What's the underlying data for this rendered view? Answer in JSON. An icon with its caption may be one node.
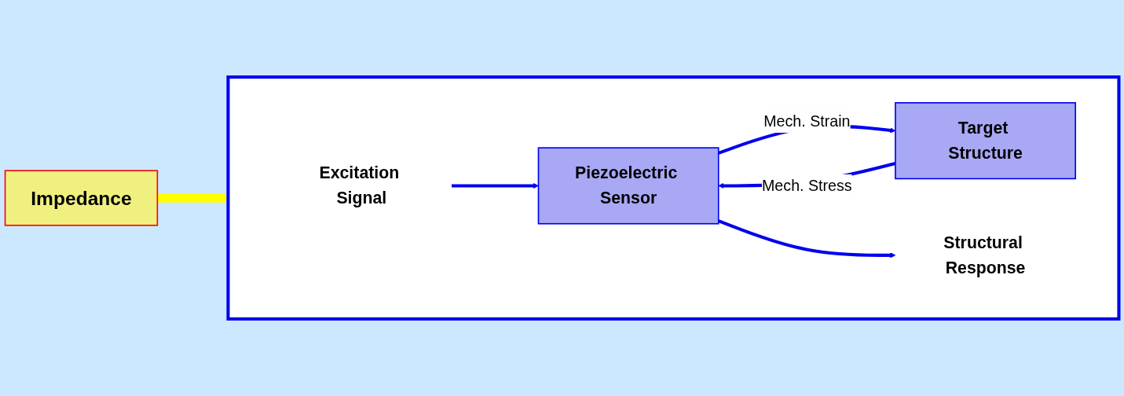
{
  "diagram": {
    "nodes": [
      {
        "text": [
          "Impedance"
        ]
      },
      {
        "text": [],
        "shape": "box"
      },
      {
        "text": [
          "Excitation Signal"
        ],
        "in": 1
      },
      {
        "text": [
          "Piezoelectric Sensor"
        ],
        "in": 1
      },
      {
        "text": [
          "Target Structure"
        ],
        "in": 1
      },
      {
        "text": [
          "Structural Response"
        ],
        "in": 1
      }
    ],
    "edges": [
      {
        "from": 0,
        "to": 1,
        "arrow": "to",
        "style": "thick",
        "color": "#ffff00"
      },
      {
        "from": 2,
        "to": 3,
        "arrow": "to"
      },
      {
        "from": 3,
        "to": 4,
        "label": "Mech. Strain",
        "arrow": "to"
      },
      {
        "from": 4,
        "to": 3,
        "label": "Mech. Stress",
        "arrow": "to"
      },
      {
        "from": 3,
        "to": 5,
        "arrow": "to"
      }
    ]
  }
}
